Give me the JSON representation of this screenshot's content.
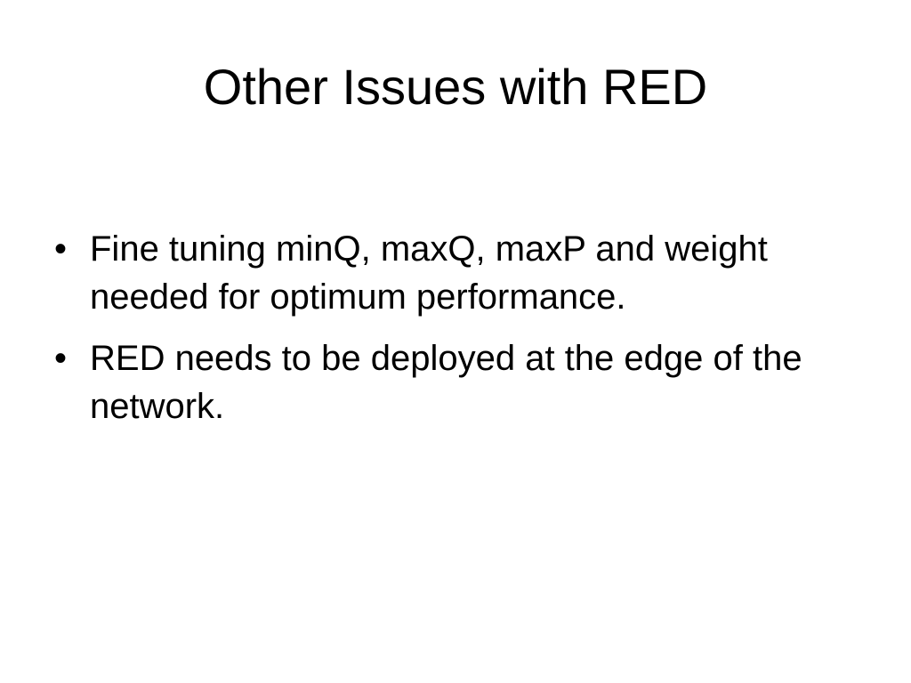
{
  "slide": {
    "title": "Other Issues with RED",
    "bullet_symbol": "•",
    "bullets": [
      {
        "text": "Fine tuning minQ, maxQ, maxP and weight needed for optimum performance."
      },
      {
        "text": "RED needs to be deployed at the edge of the network."
      }
    ]
  }
}
